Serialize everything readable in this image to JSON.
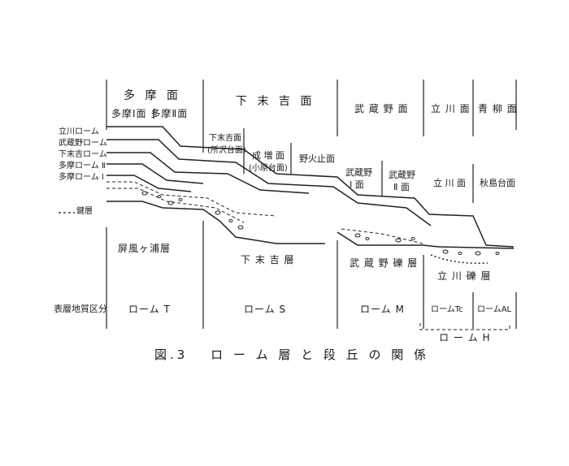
{
  "terraces": {
    "tama": "多 摩 面",
    "tama_sub": "多摩Ⅰ面 多摩Ⅱ面",
    "shimosueyoshi": "下 末 吉 面",
    "musashino": "武 蔵 野 面",
    "tachikawa": "立 川 面",
    "aoyagi": "青 柳 面",
    "shimosueyoshi_sub": "下末吉面",
    "tokorozawa": "(所沢台面)",
    "narimasu": "成 増 面",
    "obara": "(小原台面)",
    "nobidome": "野火止面",
    "musashino1_a": "武蔵野",
    "musashino1_b": "Ⅰ 面",
    "musashino2_a": "武蔵野",
    "musashino2_b": "Ⅱ 面",
    "tachikawa_face": "立 川 面",
    "akishima": "秋島台面"
  },
  "loam_legend": [
    "立川ローム",
    "武蔵野ローム",
    "下末吉ローム",
    "多摩ローム Ⅱ",
    "多摩ローム Ⅰ"
  ],
  "key_bed_label": "鍵層",
  "strata": {
    "byobugaura": "屏風ヶ浦層",
    "shimosueyoshi_bed": "下 末 吉 層",
    "musashino_gravel": "武 蔵 野 礫 層",
    "tachikawa_gravel": "立 川 礫 層"
  },
  "division_label": "表層地質区分",
  "divisions": [
    "ローム T",
    "ローム S",
    "ローム M",
    "ロームTc",
    "ロームAL"
  ],
  "group_label": "ロ ー ム H",
  "caption": "図.3　 ロ ー ム 層 と 段 丘 の 関 係"
}
